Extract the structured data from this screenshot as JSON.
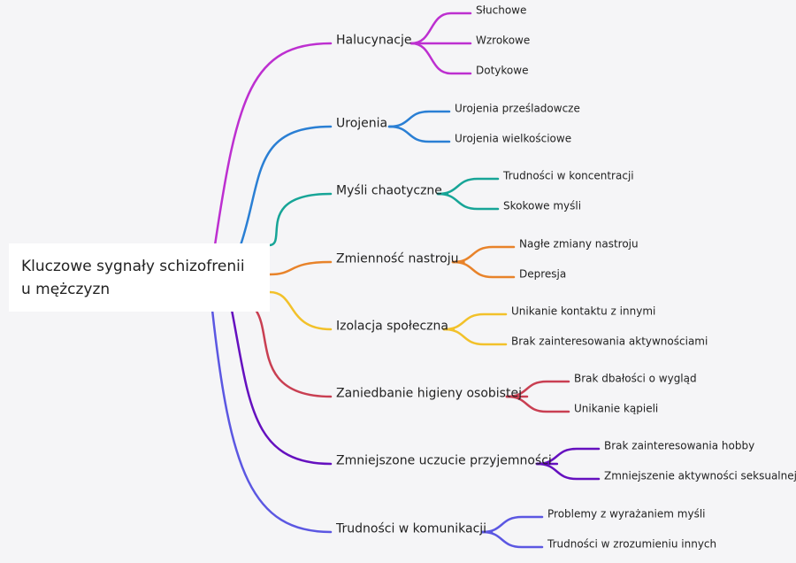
{
  "root": {
    "label": "Kluczowe sygnały schizofrenii u mężczyzn"
  },
  "branches": [
    {
      "label": "Halucynacje",
      "color": "#bd2fd0",
      "children": [
        "Słuchowe",
        "Wzrokowe",
        "Dotykowe"
      ]
    },
    {
      "label": "Urojenia",
      "color": "#2a7fd4",
      "children": [
        "Urojenia prześladowcze",
        "Urojenia wielkościowe"
      ]
    },
    {
      "label": "Myśli chaotyczne",
      "color": "#17a597",
      "children": [
        "Trudności w koncentracji",
        "Skokowe myśli"
      ]
    },
    {
      "label": "Zmienność nastroju",
      "color": "#e8832a",
      "children": [
        "Nagłe zmiany nastroju",
        "Depresja"
      ]
    },
    {
      "label": "Izolacja społeczna",
      "color": "#f2c12a",
      "children": [
        "Unikanie kontaktu z innymi",
        "Brak zainteresowania aktywnościami"
      ]
    },
    {
      "label": "Zaniedbanie higieny osobistej",
      "color": "#c93f52",
      "children": [
        "Brak dbałości o wygląd",
        "Unikanie kąpieli"
      ]
    },
    {
      "label": "Zmniejszone uczucie przyjemności",
      "color": "#6510bf",
      "children": [
        "Brak zainteresowania hobby",
        "Zmniejszenie aktywności seksualnej"
      ]
    },
    {
      "label": "Trudności w komunikacji",
      "color": "#5b57e2",
      "children": [
        "Problemy z wyrażaniem myśli",
        "Trudności w zrozumieniu innych"
      ]
    }
  ]
}
